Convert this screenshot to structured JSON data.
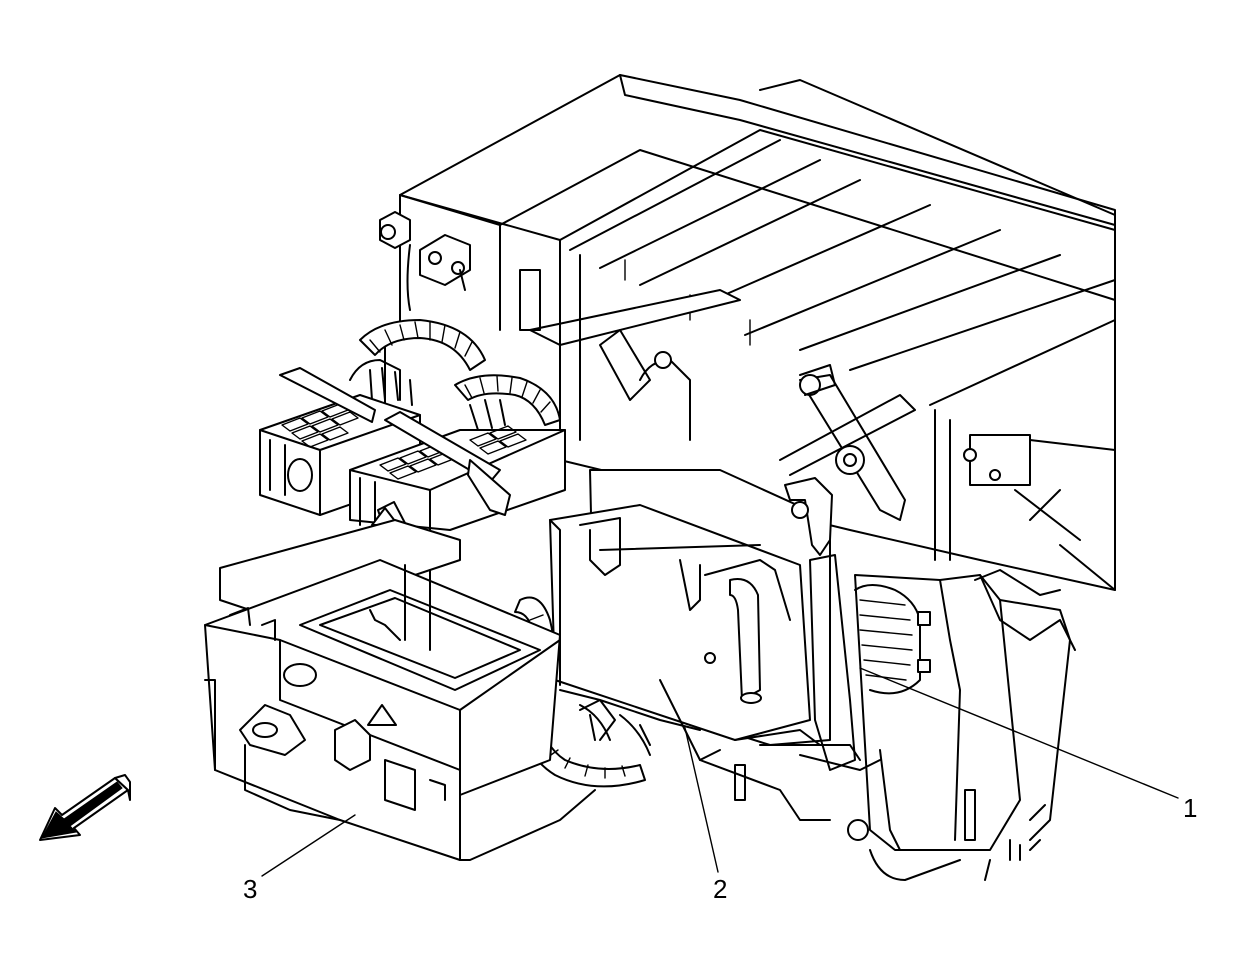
{
  "diagram": {
    "callouts": [
      {
        "id": "1",
        "label": "1"
      },
      {
        "id": "2",
        "label": "2"
      },
      {
        "id": "3",
        "label": "3"
      }
    ],
    "icons": {
      "direction": "forward-arrow-icon",
      "warning": "warning-triangle-icon"
    },
    "colors": {
      "line": "#000000",
      "background": "#ffffff"
    }
  }
}
